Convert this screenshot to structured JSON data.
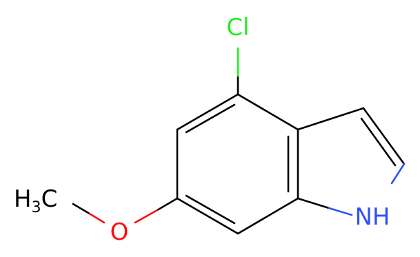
{
  "molecule": {
    "atoms": {
      "chlorine": {
        "text": "Cl",
        "color": "#1fef1f"
      },
      "oxygen": {
        "text": "O",
        "color": "#ff0d0d"
      },
      "nitrogen_h": {
        "text": "NH",
        "color": "#3050f8"
      },
      "methyl": {
        "h": "H",
        "sub": "3",
        "c": "C",
        "color": "#000000"
      }
    }
  }
}
